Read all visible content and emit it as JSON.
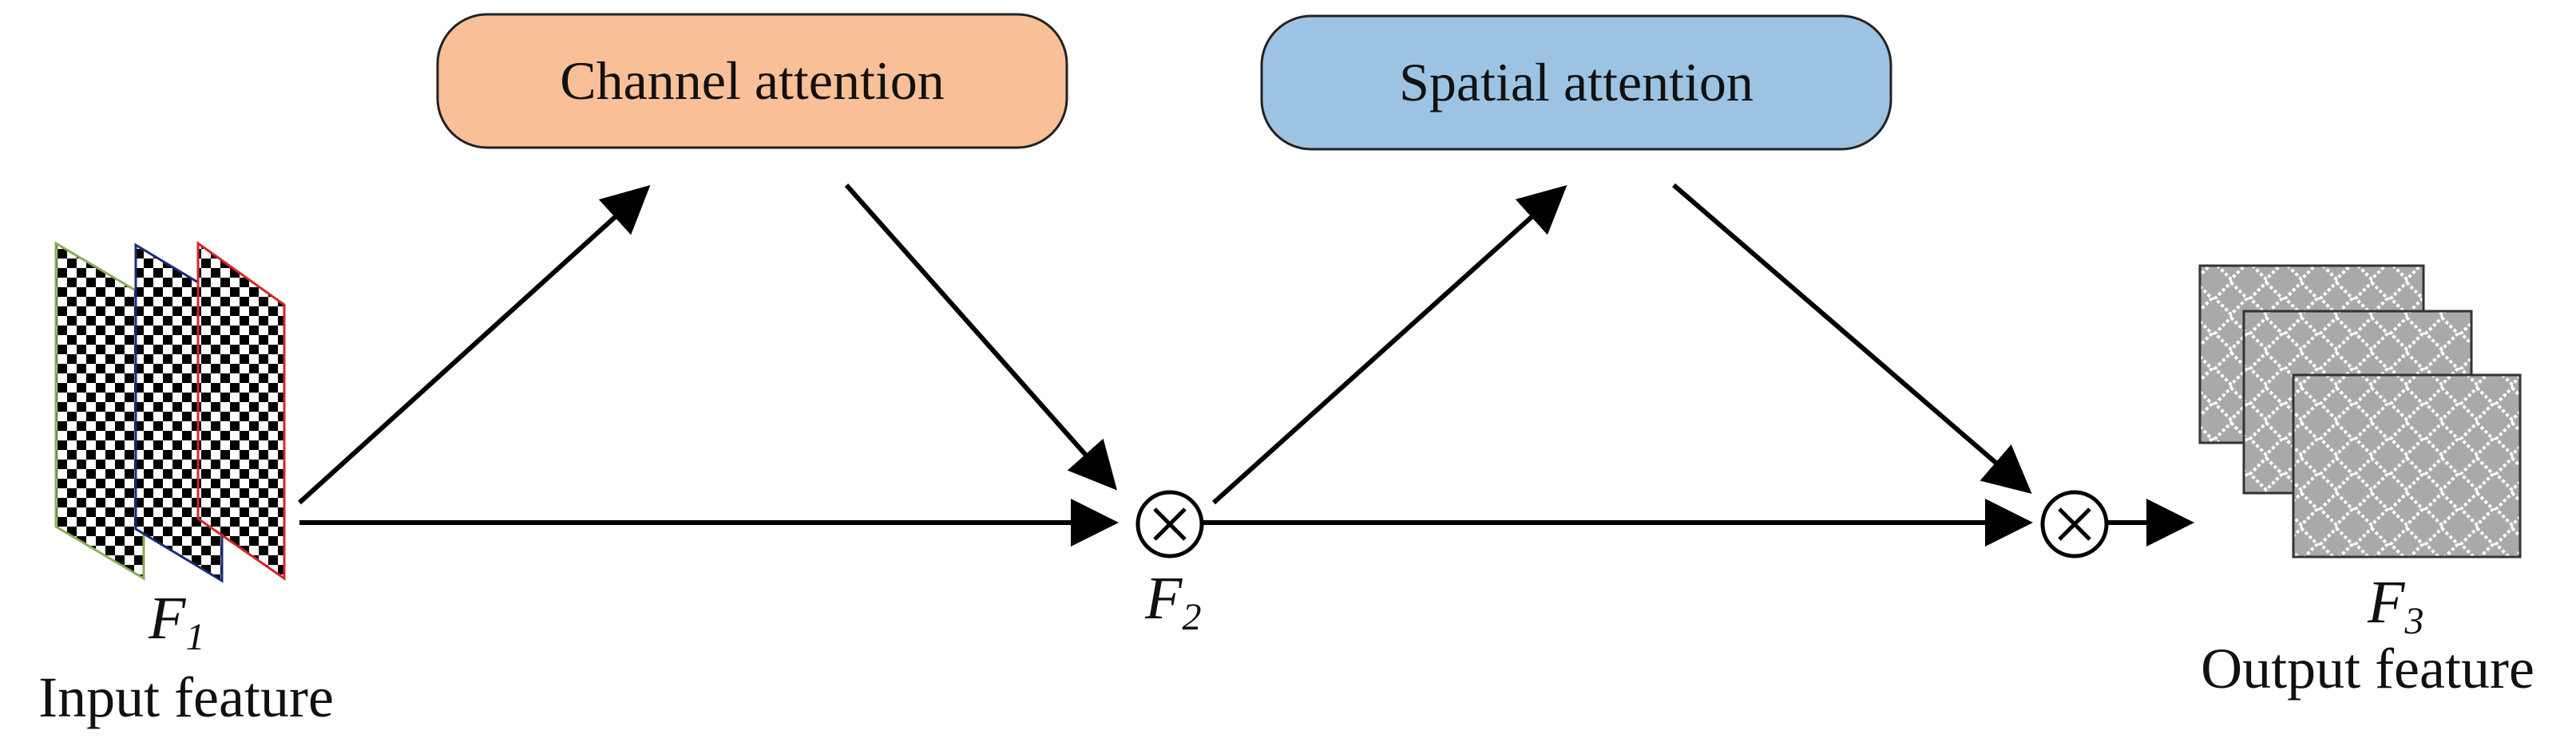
{
  "modules": {
    "channel_attention": {
      "label": "Channel attention",
      "color": "#F9BF97"
    },
    "spatial_attention": {
      "label": "Spatial attention",
      "color": "#9DC3E2"
    }
  },
  "input": {
    "variable": "F",
    "subscript": "1",
    "caption": "Input feature",
    "map_count": 3,
    "border_colors": [
      "#8BAE52",
      "#1B2B7A",
      "#D92424"
    ]
  },
  "intermediate": {
    "variable": "F",
    "subscript": "2",
    "operator": "⊗"
  },
  "output": {
    "variable": "F",
    "subscript": "3",
    "caption": "Output feature",
    "map_count": 3,
    "fill_color": "#A9A9A9"
  },
  "final_operator": "⊗"
}
